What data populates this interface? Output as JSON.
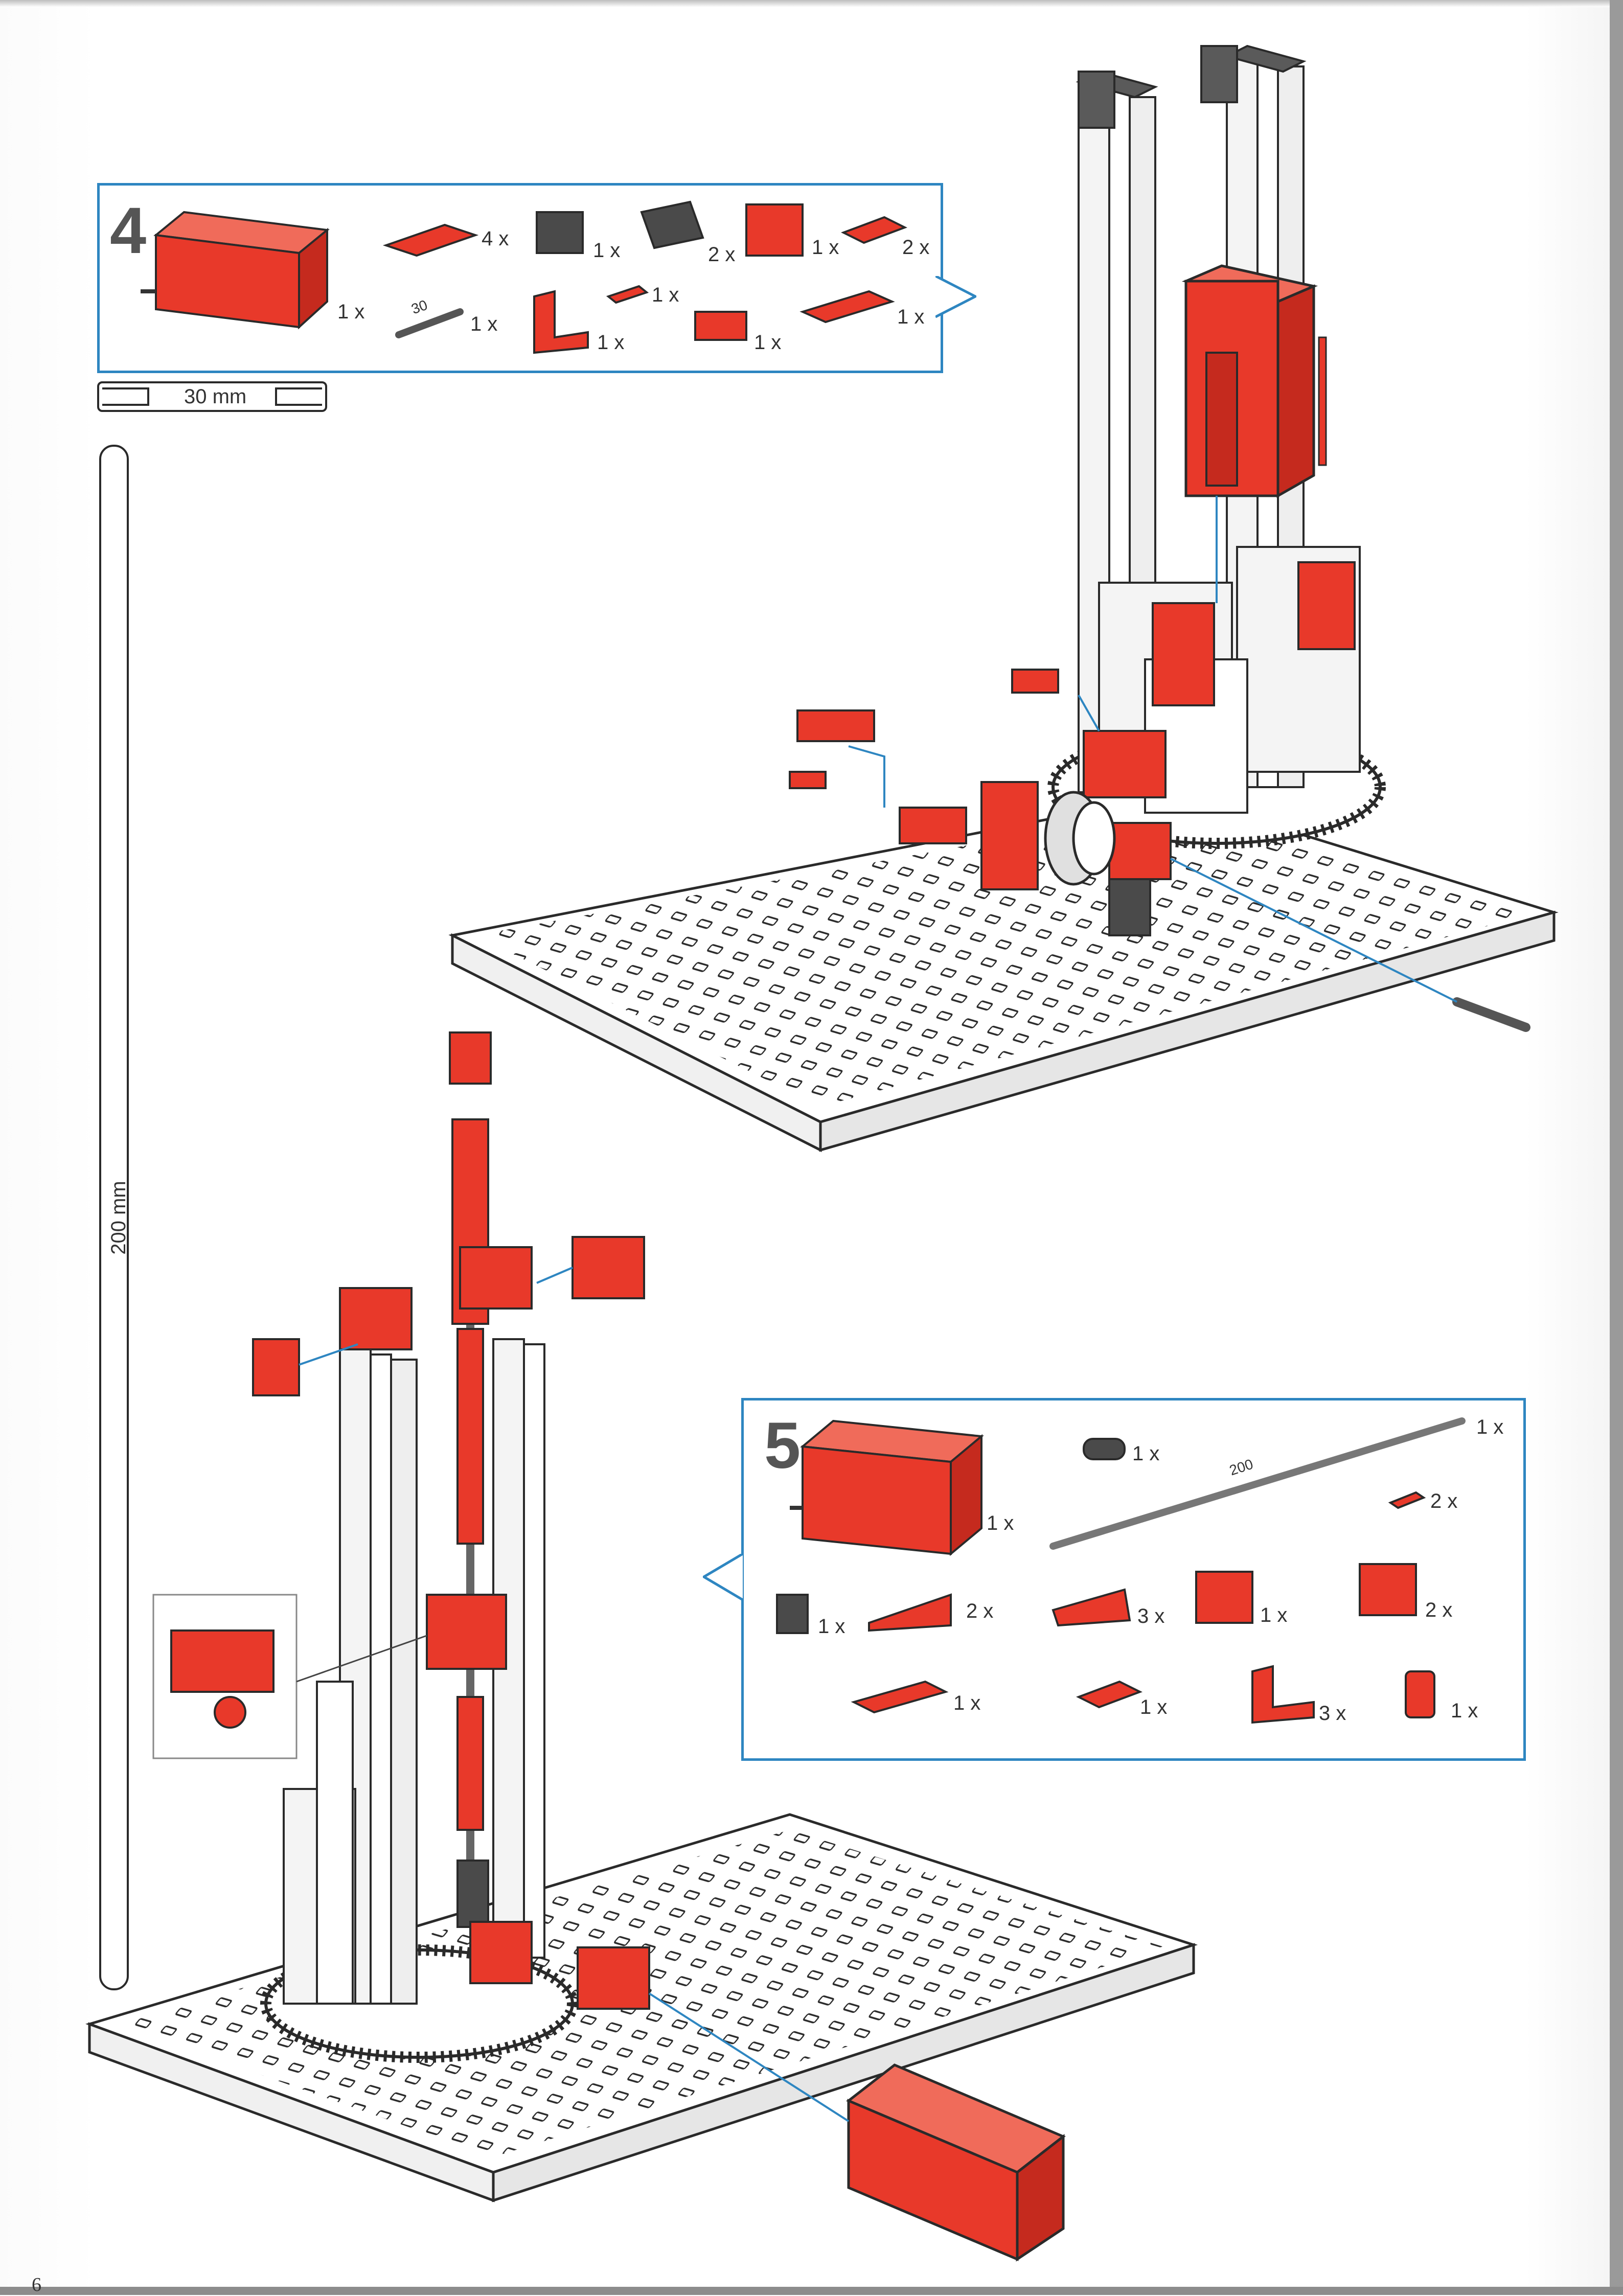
{
  "page": {
    "number": "6"
  },
  "rulers": {
    "short_label": "30 mm",
    "long_label": "200 mm"
  },
  "step4": {
    "number": "4",
    "quantities": {
      "motor": "1 x",
      "plate_15x30": "4 x",
      "black_block": "1 x",
      "black_holder": "2 x",
      "red_cube_block": "1 x",
      "small_plate": "2 x",
      "axle_30": "1 x",
      "axle_30_label": "30",
      "angle_bracket": "1 x",
      "spring_cam": "1 x",
      "connector_double": "1 x",
      "long_plate": "1 x"
    }
  },
  "step5": {
    "number": "5",
    "quantities": {
      "motor": "1 x",
      "black_spacer": "1 x",
      "axle_200": "1 x",
      "axle_200_label": "200",
      "small_connector": "2 x",
      "gear_black": "1 x",
      "worm_long": "2 x",
      "worm_short": "3 x",
      "red_cube": "1 x",
      "red_hinge": "2 x",
      "plate_long": "1 x",
      "plate_small": "1 x",
      "angle": "3 x",
      "hub_nut": "1 x"
    }
  },
  "colors": {
    "accent_blue": "#2e86c1",
    "part_red": "#e8392a",
    "part_dark": "#4a4a4a",
    "part_white": "#f4f4f4",
    "outline": "#2a2a2a"
  }
}
